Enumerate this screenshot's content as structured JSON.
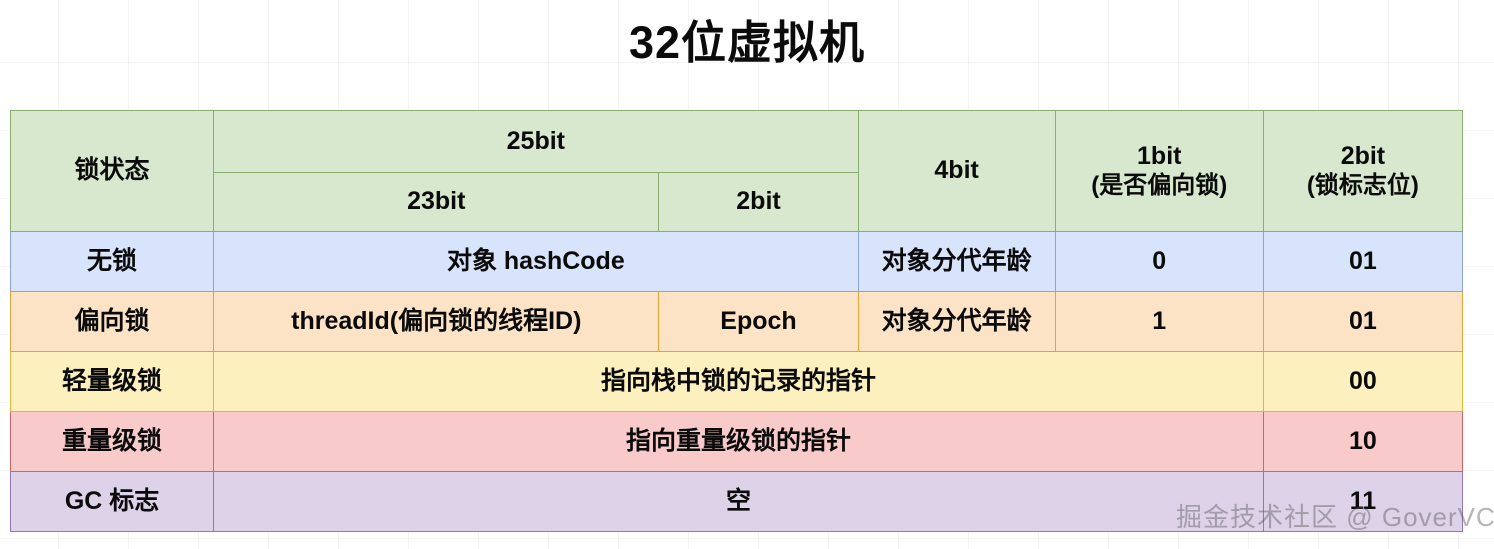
{
  "title": "32位虚拟机",
  "watermark": "掘金技术社区 @ GoverVC",
  "colors": {
    "header_bg": "#d7e8cf",
    "header_border": "#8aad70",
    "no_lock_bg": "#d8e4fb",
    "no_lock_border": "#8ba4d4",
    "biased_bg": "#fde3c6",
    "biased_border": "#e0a53a",
    "light_bg": "#fdf0bf",
    "light_border": "#d8b93c",
    "heavy_bg": "#f8caca",
    "heavy_border": "#c9666a",
    "gc_bg": "#ddd2e8",
    "gc_border": "#9377b5",
    "text": "#0b0b0b"
  },
  "table": {
    "header": {
      "state_label": "锁状态",
      "group_25bit": "25bit",
      "sub_23bit": "23bit",
      "sub_2bit": "2bit",
      "col_4bit": "4bit",
      "col_1bit_main": "1bit",
      "col_1bit_note": "(是否偏向锁)",
      "col_2bit_main": "2bit",
      "col_2bit_note": "(锁标志位)"
    },
    "rows": [
      {
        "state": "无锁",
        "field_a": "对象 hashCode",
        "field_b": "",
        "age": "对象分代年龄",
        "biased_bit": "0",
        "lock_flag": "01"
      },
      {
        "state": "偏向锁",
        "field_a": "threadId(偏向锁的线程ID)",
        "field_b": "Epoch",
        "age": "对象分代年龄",
        "biased_bit": "1",
        "lock_flag": "01"
      },
      {
        "state": "轻量级锁",
        "field_a": "指向栈中锁的记录的指针",
        "field_b": "",
        "age": "",
        "biased_bit": "",
        "lock_flag": "00"
      },
      {
        "state": "重量级锁",
        "field_a": "指向重量级锁的指针",
        "field_b": "",
        "age": "",
        "biased_bit": "",
        "lock_flag": "10"
      },
      {
        "state": "GC 标志",
        "field_a": "空",
        "field_b": "",
        "age": "",
        "biased_bit": "",
        "lock_flag": "11"
      }
    ]
  }
}
